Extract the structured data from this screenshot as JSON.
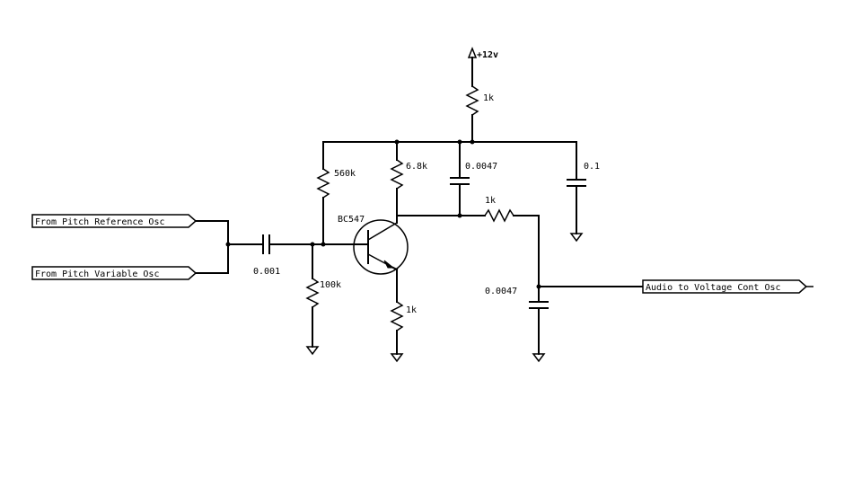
{
  "supply": {
    "label": "+12v"
  },
  "ports": {
    "in_ref": "From Pitch Reference Osc",
    "in_var": "From Pitch Variable Osc",
    "out": "Audio to Voltage Cont Osc"
  },
  "components": {
    "r_supply": "1k",
    "r_bias_top": "560k",
    "r_collector": "6.8k",
    "c_decouple_small": "0.0047",
    "c_decouple_big": "0.1",
    "r_output": "1k",
    "c_input": "0.001",
    "r_bias_bottom": "100k",
    "transistor": "BC547",
    "r_emitter": "1k",
    "c_output": "0.0047"
  },
  "icons": [
    "ground-icon",
    "supply-arrow-icon",
    "resistor-icon",
    "capacitor-icon",
    "npn-transistor-icon"
  ]
}
